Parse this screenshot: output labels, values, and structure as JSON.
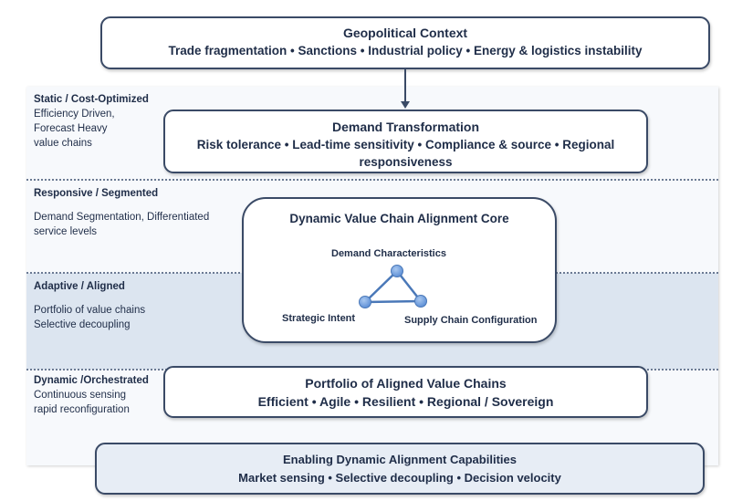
{
  "geopolitical": {
    "title": "Geopolitical Context",
    "subtitle": "Trade fragmentation • Sanctions • Industrial policy • Energy & logistics instability"
  },
  "bands": [
    {
      "title": "Static / Cost-Optimized",
      "lines": [
        "Efficiency Driven,",
        "Forecast Heavy",
        "value chains"
      ]
    },
    {
      "title": "Responsive / Segmented",
      "lines": [
        "Demand Segmentation, Differentiated",
        "service levels"
      ]
    },
    {
      "title": "Adaptive / Aligned",
      "lines": [
        "Portfolio of value chains",
        "Selective decoupling"
      ]
    },
    {
      "title": "Dynamic /Orchestrated",
      "lines": [
        "Continuous sensing",
        "rapid reconfiguration"
      ]
    }
  ],
  "demand": {
    "title": "Demand Transformation",
    "subtitle": "Risk tolerance • Lead-time sensitivity • Compliance & source • Regional responsiveness"
  },
  "core": {
    "title": "Dynamic Value Chain Alignment Core",
    "nodes": [
      "Demand Characteristics",
      "Strategic Intent",
      "Supply Chain Configuration"
    ]
  },
  "portfolio": {
    "title": "Portfolio of Aligned Value Chains",
    "subtitle": "Efficient • Agile • Resilient • Regional / Sovereign"
  },
  "enabling": {
    "title": "Enabling Dynamic Alignment Capabilities",
    "subtitle": "Market sensing • Selective decoupling • Decision velocity"
  },
  "colors": {
    "border": "#3a4a66",
    "node_fill": "#6f9fdc",
    "node_stroke": "#4a78b8",
    "adaptive_band": "#dce5f0"
  }
}
